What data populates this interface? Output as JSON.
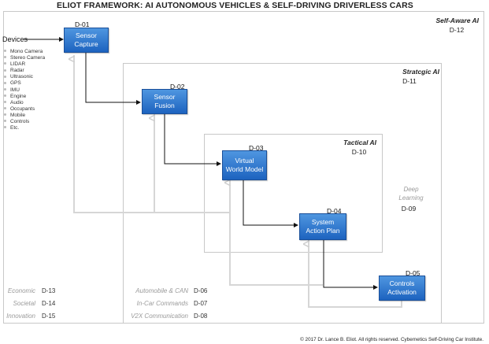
{
  "title": "ELIOT FRAMEWORK: AI AUTONOMOUS VEHICLES & SELF-DRIVING DRIVERLESS CARS",
  "zones": {
    "self_aware": {
      "title": "Self-Aware AI",
      "code": "D-12"
    },
    "strategic": {
      "title": "Stratcgic AI",
      "code": "D-11"
    },
    "tactical": {
      "title": "Tactical AI",
      "code": "D-10"
    },
    "deep_learning": {
      "line1": "Deep",
      "line2": "Learning",
      "code": "D-09"
    }
  },
  "devices": {
    "label": "Devices",
    "items": [
      "Mono Camera",
      "Stereo Camera",
      "LIDAR",
      "Radar",
      "Ultrasonic",
      "GPS",
      "IMU",
      "Engine",
      "Audio",
      "Occupants",
      "Mobile",
      "Controls",
      "Etc."
    ]
  },
  "stages": [
    {
      "code": "D-01",
      "line1": "Sensor",
      "line2": "Capture"
    },
    {
      "code": "D-02",
      "line1": "Sensor",
      "line2": "Fusion"
    },
    {
      "code": "D-03",
      "line1": "Virtual",
      "line2": "World Model"
    },
    {
      "code": "D-04",
      "line1": "System",
      "line2": "Action Plan"
    },
    {
      "code": "D-05",
      "line1": "Controls",
      "line2": "Activation"
    }
  ],
  "bottom_left": [
    {
      "label": "Economic",
      "code": "D-13"
    },
    {
      "label": "Societal",
      "code": "D-14"
    },
    {
      "label": "Innovation",
      "code": "D-15"
    }
  ],
  "bottom_mid": [
    {
      "label": "Automobile & CAN",
      "code": "D-06"
    },
    {
      "label": "In-Car Commands",
      "code": "D-07"
    },
    {
      "label": "V2X Communication",
      "code": "D-08"
    }
  ],
  "copyright": "© 2017 Dr. Lance B. Eliot. All rights reserved. Cybernetics Self-Driving Car Institute.",
  "colors": {
    "box_top": "#4f96e0",
    "box_bottom": "#1d63bf",
    "feedback_line": "#d6d6d6",
    "flow_line": "#111111"
  }
}
